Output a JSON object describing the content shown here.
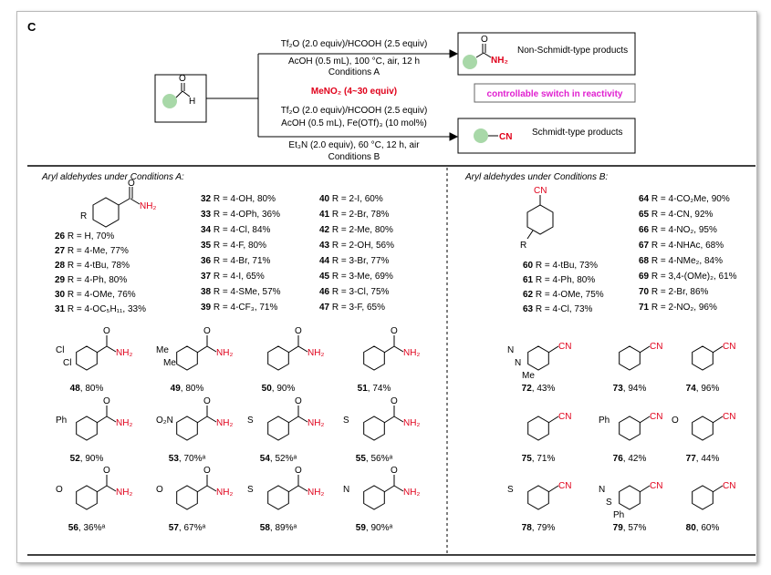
{
  "panel_label": "C",
  "scheme": {
    "conditions_a": {
      "line1": "Tf₂O (2.0 equiv)/HCOOH (2.5 equiv)",
      "line2": "AcOH (0.5 mL), 100 °C, air, 12 h",
      "line3": "Conditions A"
    },
    "additive": "MeNO₂ (4~30 equiv)",
    "conditions_b": {
      "line1": "Tf₂O (2.0 equiv)/HCOOH (2.5 equiv)",
      "line2": "AcOH (0.5 mL),  Fe(OTf)₃ (10 mol%)",
      "line3": "Et₃N (2.0 equiv), 60 °C, 12 h, air",
      "line4": "Conditions B"
    },
    "product_a_label": "Non-Schmidt-type products",
    "product_b_label": "Schmidt-type products",
    "switch_label": "controllable switch in reactivity",
    "aldehyde_o": "O",
    "aldehyde_h": "H",
    "amide_o": "O",
    "amide_nh2": "NH₂",
    "nitrile_cn": "CN",
    "switch_color": "#e020d0",
    "accent_red": "#e0001a",
    "substituent_color": "#a8d8a8"
  },
  "section_a": {
    "title": "Aryl aldehydes under Conditions A:",
    "core_r": "R",
    "core_nh2": "NH₂",
    "core_o": "O",
    "col1": [
      {
        "num": "26",
        "text": "R = H, 70%"
      },
      {
        "num": "27",
        "text": "R = 4-Me, 77%"
      },
      {
        "num": "28",
        "text": "R = 4-tBu, 78%"
      },
      {
        "num": "29",
        "text": "R = 4-Ph, 80%"
      },
      {
        "num": "30",
        "text": "R = 4-OMe, 76%"
      },
      {
        "num": "31",
        "text": "R = 4-OC₅H₁₁, 33%"
      }
    ],
    "col2": [
      {
        "num": "32",
        "text": "R = 4-OH, 80%"
      },
      {
        "num": "33",
        "text": "R = 4-OPh, 36%"
      },
      {
        "num": "34",
        "text": "R = 4-Cl, 84%"
      },
      {
        "num": "35",
        "text": "R = 4-F, 80%"
      },
      {
        "num": "36",
        "text": "R = 4-Br, 71%"
      },
      {
        "num": "37",
        "text": "R = 4-I, 65%"
      },
      {
        "num": "38",
        "text": "R = 4-SMe, 57%"
      },
      {
        "num": "39",
        "text": "R = 4-CF₃, 71%"
      }
    ],
    "col3": [
      {
        "num": "40",
        "text": "R = 2-I, 60%"
      },
      {
        "num": "41",
        "text": "R = 2-Br, 78%"
      },
      {
        "num": "42",
        "text": "R = 2-Me, 80%"
      },
      {
        "num": "43",
        "text": "R = 2-OH, 56%"
      },
      {
        "num": "44",
        "text": "R = 3-Br, 77%"
      },
      {
        "num": "45",
        "text": "R = 3-Me, 69%"
      },
      {
        "num": "46",
        "text": "R = 3-Cl, 75%"
      },
      {
        "num": "47",
        "text": "R = 3-F, 65%"
      }
    ],
    "structures": [
      {
        "num": "48",
        "yield": ", 80%",
        "labels": [
          "Cl",
          "Cl",
          "O",
          "NH₂"
        ]
      },
      {
        "num": "49",
        "yield": ", 80%",
        "labels": [
          "Me",
          "Me",
          "O",
          "NH₂"
        ]
      },
      {
        "num": "50",
        "yield": ", 90%",
        "labels": [
          "O",
          "NH₂"
        ]
      },
      {
        "num": "51",
        "yield": ", 74%",
        "labels": [
          "O",
          "NH₂"
        ]
      },
      {
        "num": "52",
        "yield": ", 90%",
        "labels": [
          "Ph",
          "O",
          "NH₂"
        ]
      },
      {
        "num": "53",
        "yield": ", 70%ᵃ",
        "labels": [
          "O₂N",
          "O",
          "NH₂"
        ]
      },
      {
        "num": "54",
        "yield": ", 52%ᵃ",
        "labels": [
          "S",
          "O",
          "NH₂"
        ]
      },
      {
        "num": "55",
        "yield": ", 56%ᵃ",
        "labels": [
          "S",
          "O",
          "NH₂"
        ]
      },
      {
        "num": "56",
        "yield": ", 36%ᵃ",
        "labels": [
          "O",
          "O",
          "NH₂"
        ]
      },
      {
        "num": "57",
        "yield": ", 67%ᵃ",
        "labels": [
          "O",
          "O",
          "NH₂"
        ]
      },
      {
        "num": "58",
        "yield": ", 89%ᵃ",
        "labels": [
          "S",
          "O",
          "NH₂"
        ]
      },
      {
        "num": "59",
        "yield": ", 90%ᵃ",
        "labels": [
          "N",
          "O",
          "NH₂"
        ]
      }
    ]
  },
  "section_b": {
    "title": "Aryl aldehydes under Conditions B:",
    "core_r": "R",
    "core_cn": "CN",
    "col1": [
      {
        "num": "60",
        "text": "R = 4-tBu, 73%"
      },
      {
        "num": "61",
        "text": "R = 4-Ph, 80%"
      },
      {
        "num": "62",
        "text": "R = 4-OMe, 75%"
      },
      {
        "num": "63",
        "text": "R = 4-Cl, 73%"
      }
    ],
    "col2": [
      {
        "num": "64",
        "text": "R = 4-CO₂Me, 90%"
      },
      {
        "num": "65",
        "text": "R = 4-CN, 92%"
      },
      {
        "num": "66",
        "text": "R = 4-NO₂, 95%"
      },
      {
        "num": "67",
        "text": "R = 4-NHAc, 68%"
      },
      {
        "num": "68",
        "text": "R = 4-NMe₂, 84%"
      },
      {
        "num": "69",
        "text": "R = 3,4-(OMe)₂, 61%"
      },
      {
        "num": "70",
        "text": "R = 2-Br, 86%"
      },
      {
        "num": "71",
        "text": "R = 2-NO₂, 96%"
      }
    ],
    "structures": [
      {
        "num": "72",
        "yield": ", 43%",
        "labels": [
          "N",
          "N",
          "Me",
          "CN"
        ]
      },
      {
        "num": "73",
        "yield": ", 94%",
        "labels": [
          "CN"
        ]
      },
      {
        "num": "74",
        "yield": ", 96%",
        "labels": [
          "CN"
        ]
      },
      {
        "num": "75",
        "yield": ", 71%",
        "labels": [
          "CN"
        ]
      },
      {
        "num": "76",
        "yield": ", 42%",
        "labels": [
          "Ph",
          "CN"
        ]
      },
      {
        "num": "77",
        "yield": ", 44%",
        "labels": [
          "O",
          "CN"
        ]
      },
      {
        "num": "78",
        "yield": ", 79%",
        "labels": [
          "S",
          "CN"
        ]
      },
      {
        "num": "79",
        "yield": ", 57%",
        "labels": [
          "N",
          "S",
          "Ph",
          "CN"
        ]
      },
      {
        "num": "80",
        "yield": ", 60%",
        "labels": [
          "CN"
        ]
      }
    ]
  }
}
